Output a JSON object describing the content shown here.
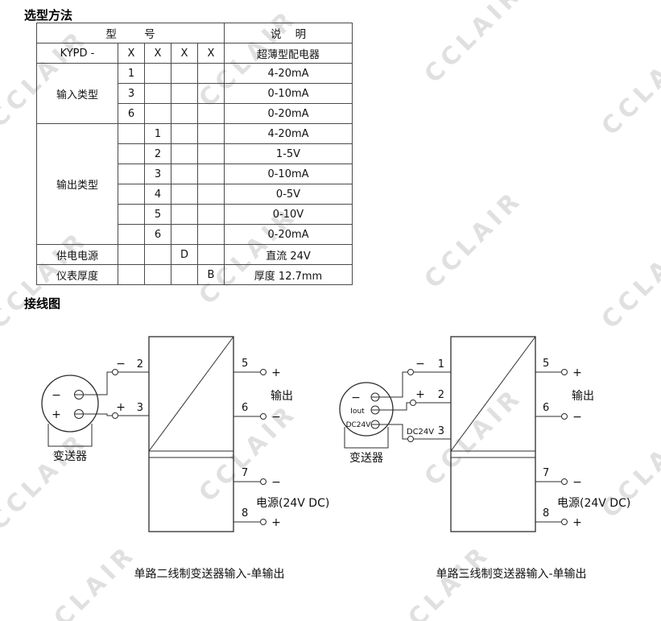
{
  "page": {
    "section1_title": "选型方法",
    "section2_title": "接线图",
    "watermark": "CCLAIR"
  },
  "table": {
    "header_model": "型        号",
    "header_desc": "说    明",
    "model_row": {
      "label": "KYPD -",
      "x1": "X",
      "x2": "X",
      "x3": "X",
      "x4": "X",
      "desc": "超薄型配电器"
    },
    "input_group": {
      "label": "输入类型",
      "rows": [
        {
          "code": "1",
          "desc": "4-20mA"
        },
        {
          "code": "3",
          "desc": "0-10mA"
        },
        {
          "code": "6",
          "desc": "0-20mA"
        }
      ]
    },
    "output_group": {
      "label": "输出类型",
      "rows": [
        {
          "code": "1",
          "desc": "4-20mA"
        },
        {
          "code": "2",
          "desc": "1-5V"
        },
        {
          "code": "3",
          "desc": "0-10mA"
        },
        {
          "code": "4",
          "desc": "0-5V"
        },
        {
          "code": "5",
          "desc": "0-10V"
        },
        {
          "code": "6",
          "desc": "0-20mA"
        }
      ]
    },
    "power_row": {
      "label": "供电电源",
      "code": "D",
      "desc": "直流 24V"
    },
    "thickness_row": {
      "label": "仪表厚度",
      "code": "B",
      "desc": "厚度 12.7mm"
    }
  },
  "diagrams": [
    {
      "transmitter": {
        "label": "变送器",
        "pins": [
          "−",
          "+"
        ]
      },
      "left_terminals": [
        {
          "sign": "−",
          "num": "2"
        },
        {
          "sign": "+",
          "num": "3"
        }
      ],
      "output_terminals": [
        {
          "num": "5",
          "sign": "+"
        },
        {
          "num": "6",
          "sign": "−"
        }
      ],
      "output_label": "输出",
      "power_terminals": [
        {
          "num": "7",
          "sign": "−"
        },
        {
          "num": "8",
          "sign": "+"
        }
      ],
      "power_label": "电源(24V DC)",
      "caption": "单路二线制变送器输入-单输出"
    },
    {
      "transmitter": {
        "label": "变送器",
        "pins": [
          "−",
          "Iout",
          "DC24V"
        ]
      },
      "left_terminals": [
        {
          "sign": "−",
          "num": "1"
        },
        {
          "sign": "+",
          "num": "2"
        },
        {
          "sign": "DC24V",
          "num": "3"
        }
      ],
      "output_terminals": [
        {
          "num": "5",
          "sign": "+"
        },
        {
          "num": "6",
          "sign": "−"
        }
      ],
      "output_label": "输出",
      "power_terminals": [
        {
          "num": "7",
          "sign": "−"
        },
        {
          "num": "8",
          "sign": "+"
        }
      ],
      "power_label": "电源(24V DC)",
      "caption": "单路三线制变送器输入-单输出"
    }
  ]
}
